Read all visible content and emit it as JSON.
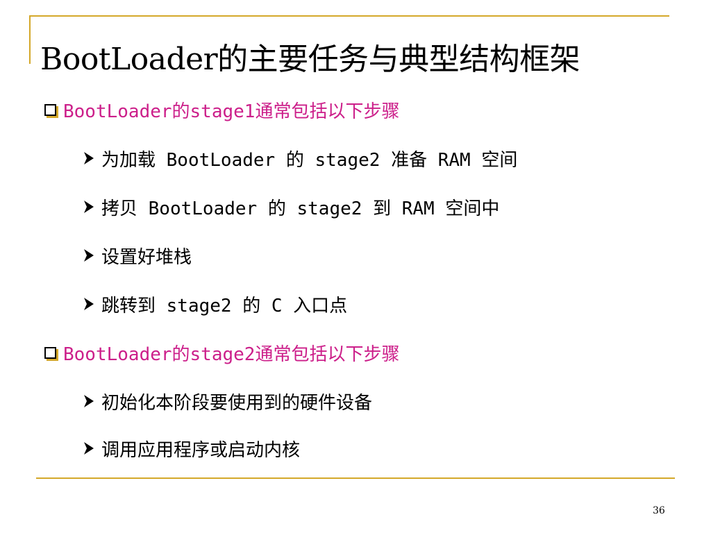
{
  "slide": {
    "title": "BootLoader的主要任务与典型结构框架",
    "page_number": "36",
    "accent_color": "#d4a82a",
    "heading_color": "#cc1f8a"
  },
  "sections": [
    {
      "heading": "BootLoader的stage1通常包括以下步骤",
      "icon": "checkbox-square-icon",
      "items": [
        "为加载 BootLoader 的 stage2 准备 RAM 空间",
        "拷贝 BootLoader 的 stage2 到 RAM 空间中",
        "设置好堆栈",
        "跳转到 stage2 的 C 入口点"
      ]
    },
    {
      "heading": "BootLoader的stage2通常包括以下步骤",
      "icon": "checkbox-square-icon",
      "items": [
        "初始化本阶段要使用到的硬件设备",
        "调用应用程序或启动内核"
      ]
    }
  ],
  "bullet_icon": "arrow-right-icon"
}
